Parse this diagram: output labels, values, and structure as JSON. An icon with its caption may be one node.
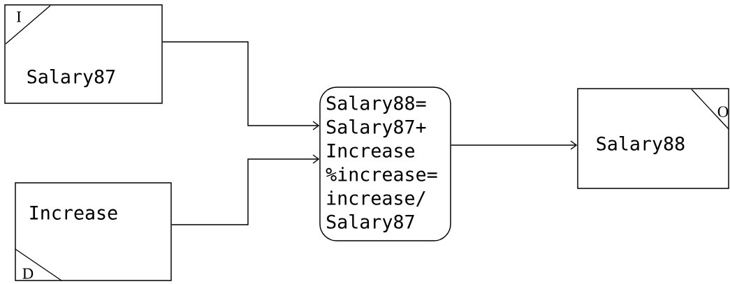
{
  "diagram": {
    "nodes": [
      {
        "text": [
          "I",
          "Salary87"
        ]
      },
      {
        "text": [
          "Increase",
          "D"
        ]
      },
      {
        "text": [
          "Salary88= Salary87+ Increase",
          "%increase= increase/ Salary87"
        ]
      },
      {
        "text": [
          "Salary88",
          "O"
        ]
      }
    ],
    "edges": [
      {
        "from": 0,
        "to": 2,
        "arrow": "to"
      },
      {
        "from": 1,
        "to": 2,
        "arrow": "to"
      },
      {
        "from": 2,
        "to": 3,
        "arrow": "to"
      }
    ]
  }
}
